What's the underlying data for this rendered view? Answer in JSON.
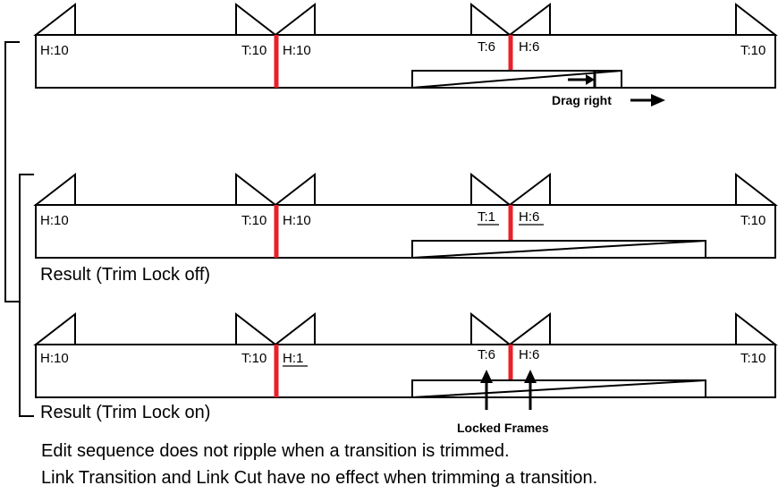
{
  "colors": {
    "cut": "#e8202a",
    "ink": "#000000",
    "background": "#ffffff"
  },
  "row1": {
    "head_left": "H:10",
    "tail_mid": "T:10",
    "head_mid": "H:10",
    "tail_trans": "T:6",
    "head_trans": "H:6",
    "tail_right": "T:10",
    "drag_label": "Drag right"
  },
  "row2": {
    "head_left": "H:10",
    "tail_mid": "T:10",
    "head_mid": "H:10",
    "tail_trans": "T:1",
    "head_trans": "H:6",
    "tail_right": "T:10",
    "caption": "Result (Trim Lock off)"
  },
  "row3": {
    "head_left": "H:10",
    "tail_mid": "T:10",
    "head_mid": "H:1",
    "tail_trans": "T:6",
    "head_trans": "H:6",
    "tail_right": "T:10",
    "caption": "Result (Trim Lock on)",
    "locked_label": "Locked Frames"
  },
  "notes": {
    "line1": "Edit sequence does not ripple when a transition is trimmed.",
    "line2": "Link Transition and Link Cut have no effect when trimming a transition."
  }
}
